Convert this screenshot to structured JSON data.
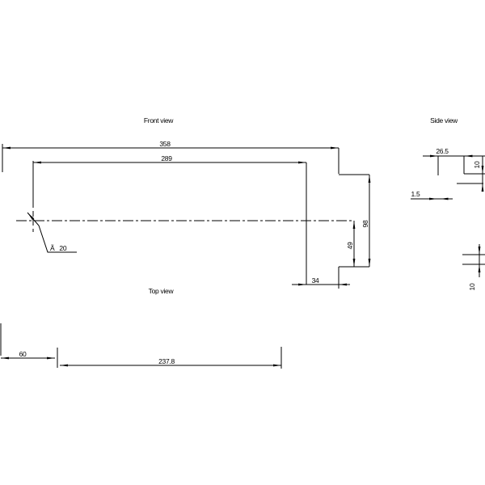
{
  "colors": {
    "background": "#ffffff",
    "line": "#000000"
  },
  "views": {
    "front": {
      "title": "Front view",
      "dim_total_width": "358",
      "dim_inner_width": "289",
      "dim_total_height": "98",
      "dim_half_height": "49",
      "dim_step_width": "34",
      "hole_callout": "Ã 20"
    },
    "side": {
      "title": "Side view",
      "dim_width": "26.5",
      "dim_thickness": "1.5",
      "dim_top_height": "10",
      "dim_bottom_height": "10"
    },
    "top": {
      "title": "Top view",
      "dim_offset": "60",
      "dim_length": "237.8"
    }
  }
}
